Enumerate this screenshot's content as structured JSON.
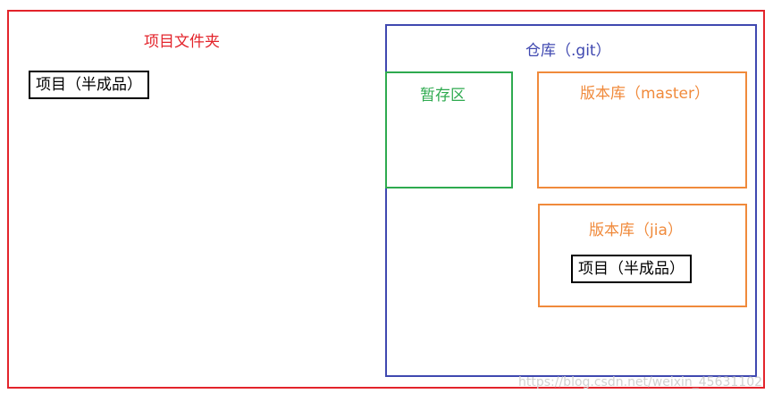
{
  "project_folder": {
    "label": "项目文件夹",
    "color": "#e3242b"
  },
  "project_item_left": {
    "label": "项目（半成品）"
  },
  "repository": {
    "label": "仓库（.git）",
    "color": "#3f48b0"
  },
  "staging_area": {
    "label": "暂存区",
    "color": "#2eaa4f"
  },
  "repo_master": {
    "label": "版本库（master）",
    "color": "#f08a3b"
  },
  "repo_jia": {
    "label": "版本库（jia）",
    "color": "#f08a3b"
  },
  "project_item_jia": {
    "label": "项目（半成品）"
  },
  "watermark": {
    "text": "https://blog.csdn.net/weixin_45631102"
  }
}
